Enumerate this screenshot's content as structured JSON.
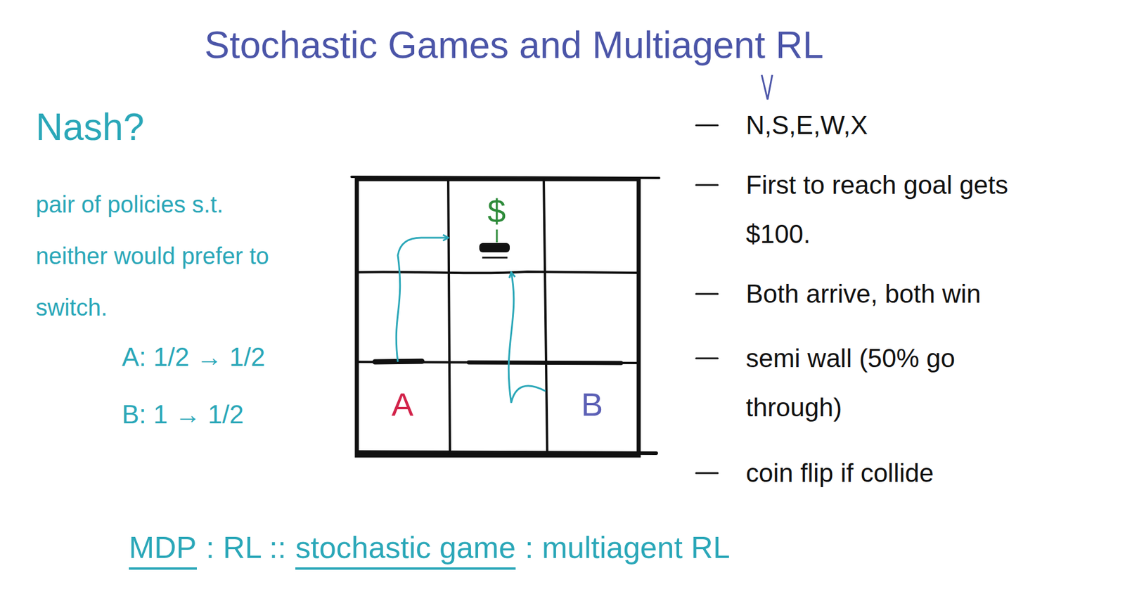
{
  "diagram": {
    "title": "Stochastic Games and Multiagent RL",
    "nodes": [
      {
        "text": [
          "$"
        ]
      },
      {
        "text": [
          "A"
        ]
      },
      {
        "text": [
          "B"
        ]
      }
    ],
    "edges": [
      {
        "from": 1,
        "to": 0,
        "arrow": "to"
      },
      {
        "from": 2,
        "to": 0,
        "arrow": "to"
      }
    ],
    "labels": [
      "Nash?",
      "pair of policies s.t. neither would prefer to switch.",
      "A: 1/2 → 1/2",
      "B: 1 → 1/2",
      "N,S,E,W,X",
      "First to reach goal gets $100.",
      "Both arrive, both win",
      "semi wall (50% go through)",
      "coin flip if collide",
      "MDP",
      ": RL ::",
      "stochastic game",
      ": multiagent RL"
    ]
  }
}
